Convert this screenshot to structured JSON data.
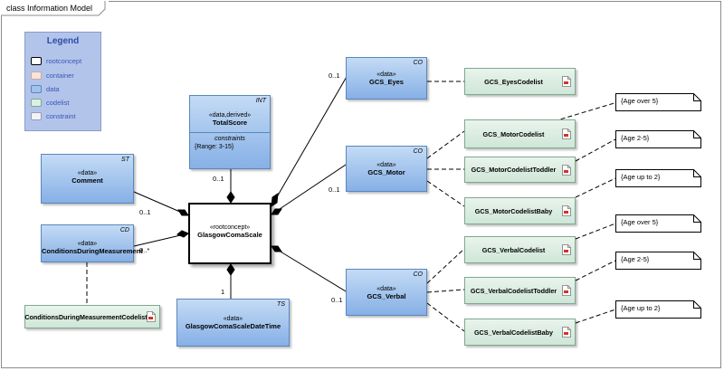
{
  "frame": {
    "title": "class Information Model"
  },
  "legend": {
    "title": "Legend",
    "items": [
      {
        "label": "rootconcept",
        "fill": "#ffffff",
        "border": "#000000"
      },
      {
        "label": "container",
        "fill": "#f7e4dc",
        "border": "#c9a99b"
      },
      {
        "label": "data",
        "fill": "#9fc3ee",
        "border": "#5b86bf"
      },
      {
        "label": "codelist",
        "fill": "#dcefe4",
        "border": "#7fa890"
      },
      {
        "label": "constraint",
        "fill": "#f2f2f7",
        "border": "#9a9ab0"
      }
    ]
  },
  "nodes": {
    "comment": {
      "tag": "ST",
      "stereotype": "«data»",
      "name": "Comment"
    },
    "conditions": {
      "tag": "CD",
      "stereotype": "«data»",
      "name": "ConditionsDuringMeasurement"
    },
    "conditions_codelist": {
      "name": "ConditionsDuringMeasurementCodelist"
    },
    "total_score": {
      "tag": "INT",
      "stereotype": "«data,derived»",
      "name": "TotalScore",
      "constraints_heading": "constraints",
      "constraint": "{Range: 3-15}"
    },
    "root": {
      "stereotype": "«rootconcept»",
      "name": "GlasgowComaScale"
    },
    "datetime": {
      "tag": "TS",
      "stereotype": "«data»",
      "name": "GlasgowComaScaleDateTime"
    },
    "eyes": {
      "tag": "CO",
      "stereotype": "«data»",
      "name": "GCS_Eyes"
    },
    "motor": {
      "tag": "CO",
      "stereotype": "«data»",
      "name": "GCS_Motor"
    },
    "verbal": {
      "tag": "CO",
      "stereotype": "«data»",
      "name": "GCS_Verbal"
    }
  },
  "codelists": {
    "eyes": "GCS_EyesCodelist",
    "motor": "GCS_MotorCodelist",
    "motor_toddler": "GCS_MotorCodelistToddler",
    "motor_baby": "GCS_MotorCodelistBaby",
    "verbal": "GCS_VerbalCodelist",
    "verbal_toddler": "GCS_VerbalCodelistToddler",
    "verbal_baby": "GCS_VerbalCodelistBaby"
  },
  "notes": {
    "motor_adult": "{Age over 5}",
    "motor_toddler": "{Age 2-5}",
    "motor_baby": "{Age up to 2}",
    "verbal_adult": "{Age over 5}",
    "verbal_toddler": "{Age 2-5}",
    "verbal_baby": "{Age up to 2}"
  },
  "multiplicities": {
    "eyes": "0..1",
    "motor": "0..1",
    "verbal": "0..1",
    "total_score": "0..1",
    "comment": "0..1",
    "conditions": "0..*",
    "datetime": "1"
  }
}
